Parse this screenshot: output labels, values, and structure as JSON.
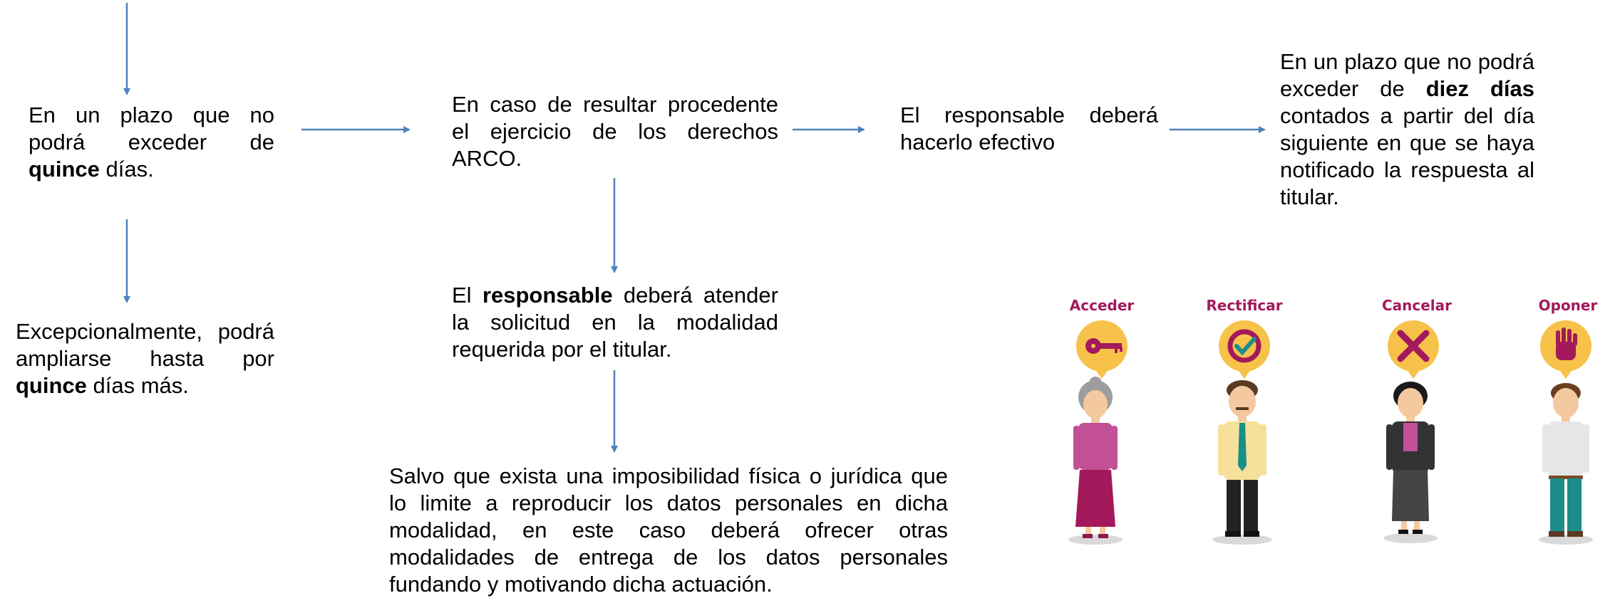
{
  "boxes": {
    "plazo_quince": {
      "pre": "En un plazo que no podrá exceder de ",
      "bold": "quince",
      "post": " días."
    },
    "excepcional": {
      "pre": "Excepcionalmente, podrá ampliarse hasta por ",
      "bold": "quince",
      "post": " días más."
    },
    "procedente": {
      "text": "En caso de resultar procedente el ejercicio de los derechos ARCO."
    },
    "responsable_efectivo": {
      "text": "El responsable deberá hacerlo efectivo"
    },
    "plazo_diez": {
      "pre": "En un plazo que no podrá exceder de ",
      "bold": "diez días",
      "post": " contados a partir del día siguiente en que se haya notificado la respuesta al titular."
    },
    "atender": {
      "pre": "El ",
      "bold": "responsable",
      "post": " deberá atender la solicitud en la modalidad requerida por el titular."
    },
    "salvo": {
      "text": "Salvo que exista una imposibilidad física o jurídica que lo limite a reproducir los datos personales en dicha modalidad, en este caso deberá ofrecer otras modalidades de entrega de los datos personales fundando y motivando dicha actuación."
    }
  },
  "arco": [
    {
      "label": "Acceder",
      "icon": "key-icon"
    },
    {
      "label": "Rectificar",
      "icon": "check-refresh-icon"
    },
    {
      "label": "Cancelar",
      "icon": "x-icon"
    },
    {
      "label": "Oponer",
      "icon": "hand-icon"
    }
  ],
  "colors": {
    "arrow": "#4f81bd",
    "accent": "#a3195b",
    "badge": "#f7c24a"
  }
}
